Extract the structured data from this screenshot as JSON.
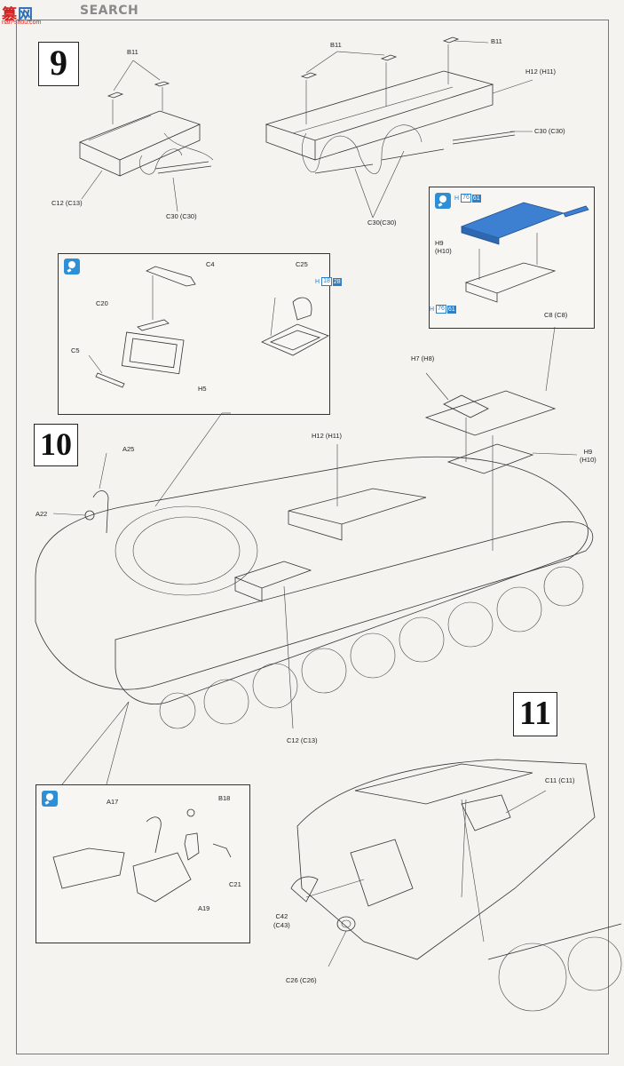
{
  "header": {
    "logo_text": "篡",
    "logo_text2": "网",
    "site_name": "SEARCH",
    "site_url": "nan-shou.com"
  },
  "steps": [
    {
      "number": "9"
    },
    {
      "number": "10"
    },
    {
      "number": "11"
    }
  ],
  "labels": {
    "b11_left": "B11",
    "b11_right": "B11",
    "h12_h11_top": "H12  (H11)",
    "c30_right": "C30 (C30)",
    "c12_c13_top": "C12 (C13)",
    "c30_left": "C30 (C30)",
    "c30_bottom": "C30(C30)",
    "c4": "C4",
    "c25": "C25",
    "c20": "C20",
    "c5": "C5",
    "h5": "H5",
    "h9_h10_inset": "H9\n(H10)",
    "c8_c8": "C8 (C8)",
    "h7_h8": "H7 (H8)",
    "h9_h10_main": "H9\n(H10)",
    "a25": "A25",
    "a22": "A22",
    "h12_h11_main": "H12  (H11)",
    "c12_c13_main": "C12 (C13)",
    "a17": "A17",
    "b18": "B18",
    "c21": "C21",
    "a19": "A19",
    "c11_c11": "C11 (C11)",
    "c42_c43": "C42\n(C43)",
    "c26_c26": "C26 (C26)"
  },
  "paints": [
    {
      "prefix": "H",
      "code1": "18",
      "code2": "28"
    },
    {
      "prefix": "H",
      "code1": "76",
      "code2": "61"
    },
    {
      "prefix": "H",
      "code1": "76",
      "code2": "61"
    }
  ],
  "colors": {
    "accent": "#2e8fd6",
    "part_fill": "#3d7fd0"
  }
}
